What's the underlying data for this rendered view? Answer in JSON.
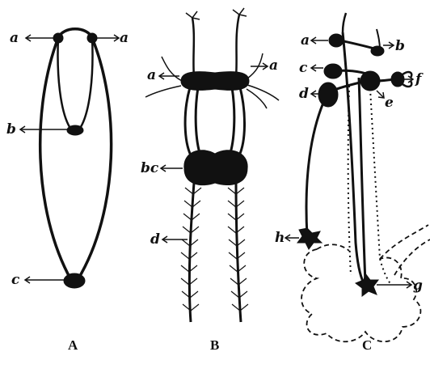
{
  "panels": [
    {
      "caption": "A",
      "labels": {
        "a_left": "a",
        "a_right": "a",
        "b": "b",
        "c": "c"
      }
    },
    {
      "caption": "B",
      "labels": {
        "a_left": "a",
        "a_right": "a",
        "bc": "bc",
        "d": "d"
      }
    },
    {
      "caption": "C",
      "labels": {
        "a": "a",
        "b": "b",
        "c": "c",
        "d": "d",
        "e": "e",
        "f": "f",
        "g": "g",
        "h": "h"
      }
    }
  ]
}
